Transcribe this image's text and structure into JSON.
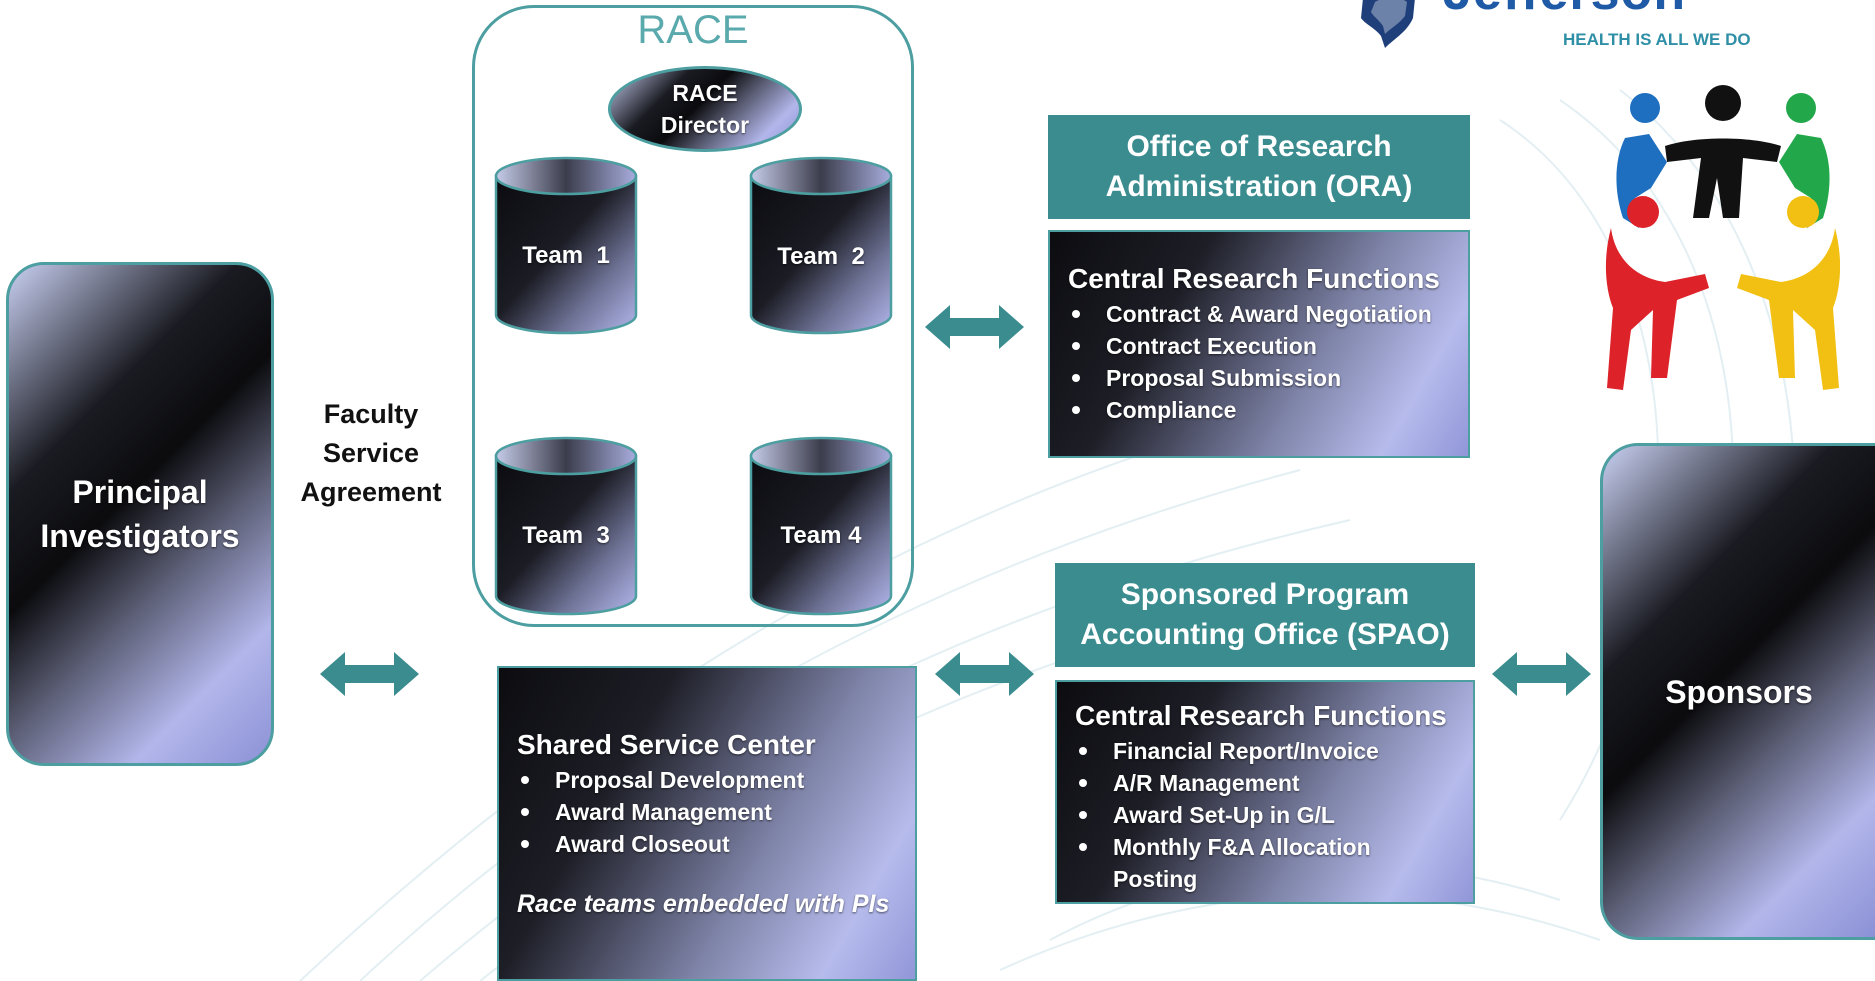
{
  "logo": {
    "brand": "Jefferson",
    "tagline": "HEALTH IS ALL WE DO"
  },
  "race": {
    "title": "RACE",
    "director": "RACE Director",
    "teams": [
      "Team  1",
      "Team  2",
      "Team  3",
      "Team 4"
    ]
  },
  "principal_investigators": "Principal Investigators",
  "agreement": [
    "Faculty",
    "Service",
    "Agreement"
  ],
  "ora": {
    "title_line1": "Office of Research",
    "title_line2": "Administration (ORA)",
    "functions_title": "Central Research Functions",
    "functions": [
      "Contract & Award Negotiation",
      "Contract Execution",
      "Proposal Submission",
      "Compliance"
    ]
  },
  "shared_service": {
    "title": "Shared Service Center",
    "items": [
      "Proposal Development",
      "Award Management",
      "Award Closeout"
    ],
    "note": "Race teams embedded with PIs"
  },
  "spao": {
    "title_line1": "Sponsored Program",
    "title_line2": "Accounting Office (SPAO)",
    "functions_title": "Central Research Functions",
    "functions": [
      "Financial Report/Invoice",
      "A/R Management",
      "Award Set-Up in G/L",
      "Monthly F&A Allocation",
      "Posting"
    ]
  },
  "sponsors": "Sponsors",
  "colors": {
    "teal": "#3a8c8f",
    "race_title": "#5aa9ad",
    "logo_blue": "#1f5aa6",
    "tagline_teal": "#2f8fa7"
  },
  "icons": [
    "jefferson-logo-icon",
    "people-circle-icon",
    "double-arrow-icon"
  ]
}
